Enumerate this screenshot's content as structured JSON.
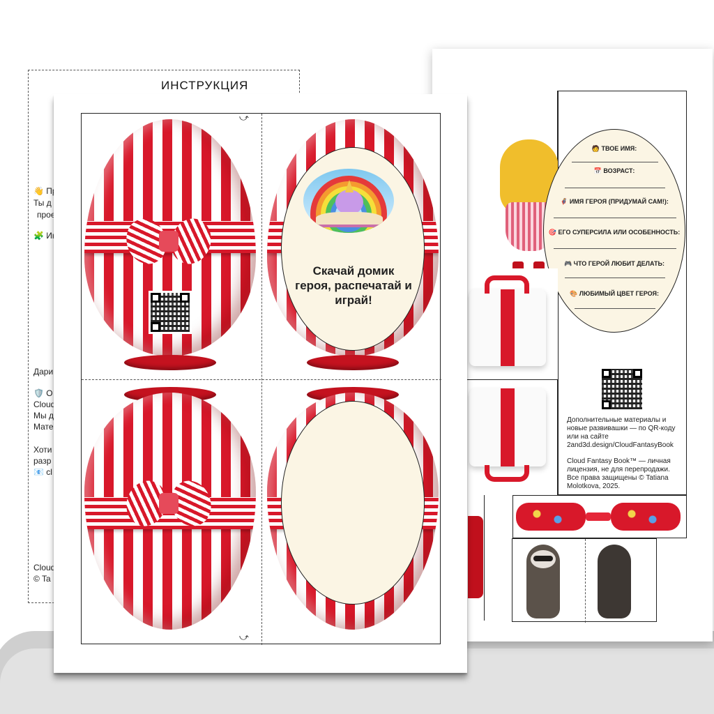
{
  "back_sheet": {
    "title": "ИНСТРУКЦИЯ",
    "fragments": [
      "👋 Пр",
      "Ты д",
      "прое",
      "🧩 Ин",
      "Дари",
      "🛡️ О",
      "Cloud",
      "Мы д",
      "Мате",
      "Хоти",
      "разр",
      "📧 cl",
      "Cloud",
      "© Ta"
    ]
  },
  "front_sheet": {
    "oval_text": "Скачай домик героя, распечатай и играй!",
    "arrow_top": "⤻",
    "arrow_bottom": "⤻"
  },
  "right_sheet": {
    "form": {
      "fields": [
        "🧑 ТВОЕ ИМЯ:",
        "📅 ВОЗРАСТ:",
        "🦸 ИМЯ ГЕРОЯ (ПРИДУМАЙ САМ!):",
        "🎯 ЕГО СУПЕРСИЛА ИЛИ ОСОБЕННОСТЬ:",
        "🎮 ЧТО ГЕРОЙ ЛЮБИТ ДЕЛАТЬ:",
        "🎨 ЛЮБИМЫЙ ЦВЕТ ГЕРОЯ:"
      ]
    },
    "info_text": "Дополнительные материалы и\nновые развивашки — по QR-коду\nили на сайте\n2and3d.design/CloudFantasyBook",
    "license_text": "Cloud Fantasy Book™ — личная\nлицензия, не для перепродажи.\nВсе права защищены © Tatiana\nMolotkova, 2025."
  }
}
